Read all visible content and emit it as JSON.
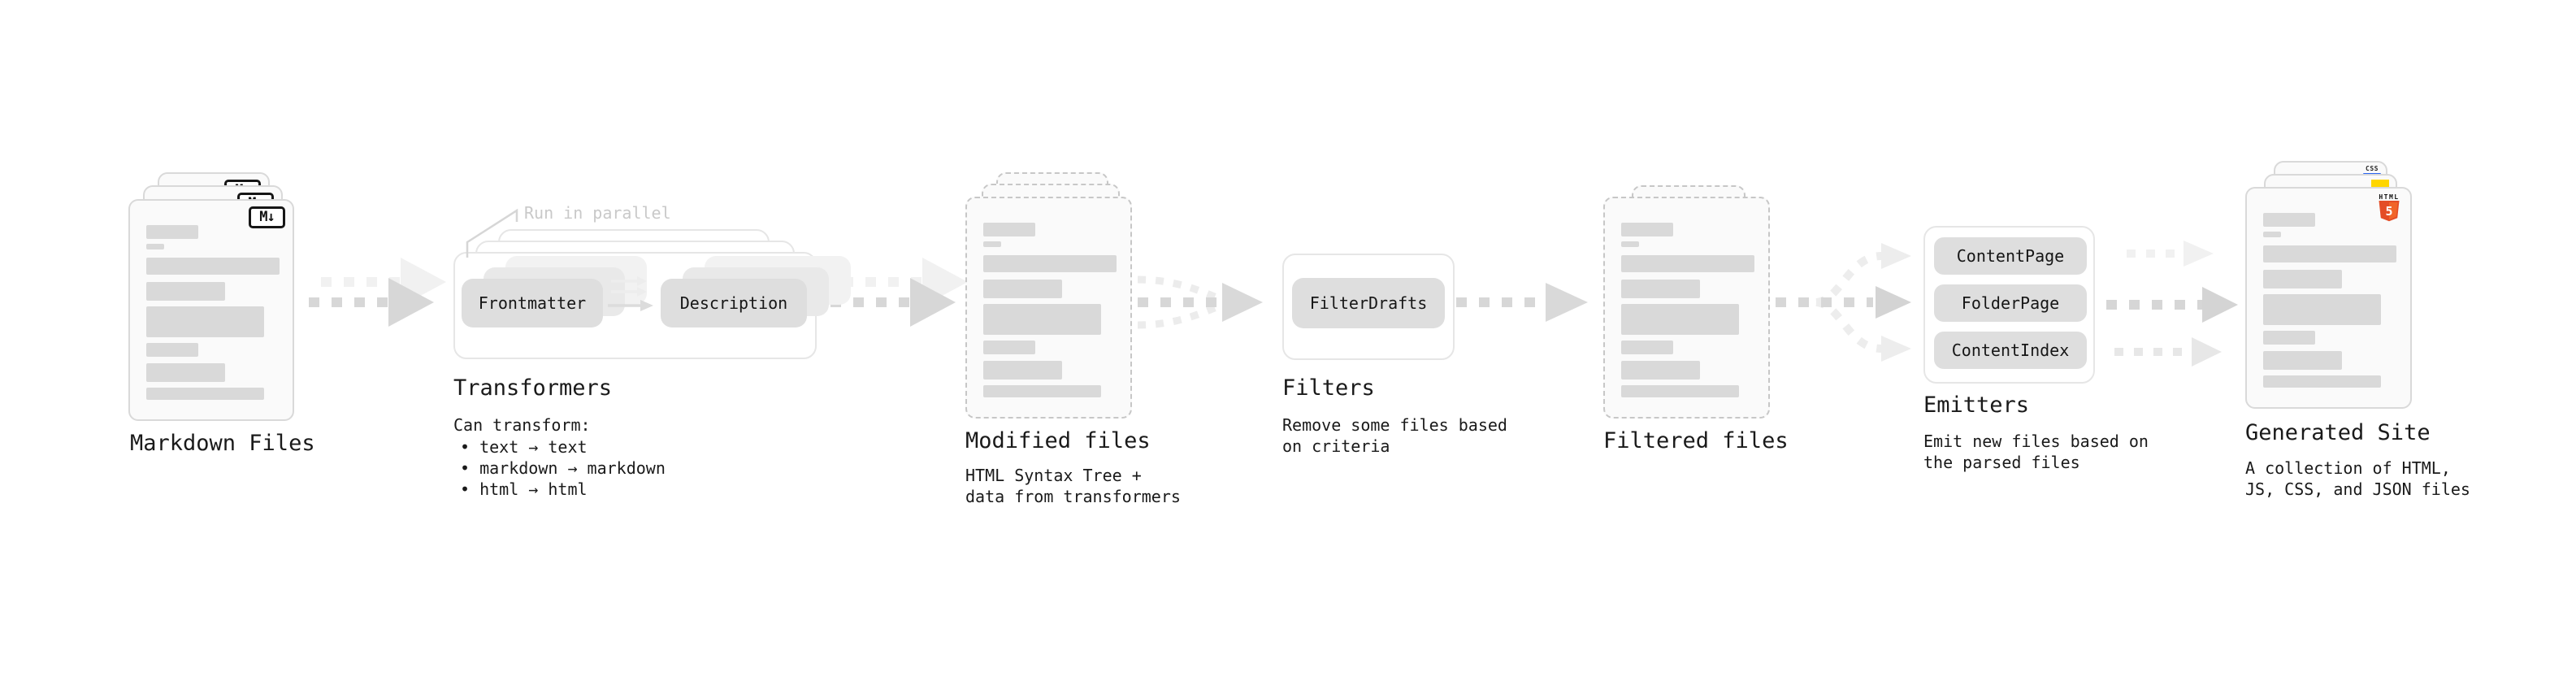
{
  "stages": {
    "markdown_files": {
      "label": "Markdown Files",
      "icon_text": "M↓"
    },
    "transformers": {
      "label": "Transformers",
      "note": "Run in parallel",
      "source_box": "Frontmatter",
      "target_box": "Description",
      "caption_intro": "Can transform:",
      "bullets": [
        "• text → text",
        "• markdown → markdown",
        "• html → html"
      ]
    },
    "modified_files": {
      "label": "Modified files",
      "caption": "HTML Syntax Tree +\ndata from transformers"
    },
    "filters": {
      "label": "Filters",
      "box": "FilterDrafts",
      "caption": "Remove some files based\non criteria"
    },
    "filtered_files": {
      "label": "Filtered files"
    },
    "emitters": {
      "label": "Emitters",
      "boxes": [
        "ContentPage",
        "FolderPage",
        "ContentIndex"
      ],
      "caption": "Emit new files based on\nthe parsed files"
    },
    "generated_site": {
      "label": "Generated Site",
      "caption": "A collection of HTML,\nJS, CSS, and JSON files",
      "badges": {
        "css_label": "CSS",
        "html_label": "HTML",
        "html5_number": "5"
      }
    }
  },
  "colors": {
    "background": "#ffffff",
    "card_bg": "#fafafa",
    "bar_gray": "#d9d9d9",
    "pill_gray": "#dedede",
    "arrow_gray": "#d7d7d7",
    "arrow_light": "#efefef",
    "note_gray": "#c9c9c9",
    "html5_orange": "#e44d26",
    "js_yellow": "#ffd600",
    "css_blue": "#2965f1"
  }
}
